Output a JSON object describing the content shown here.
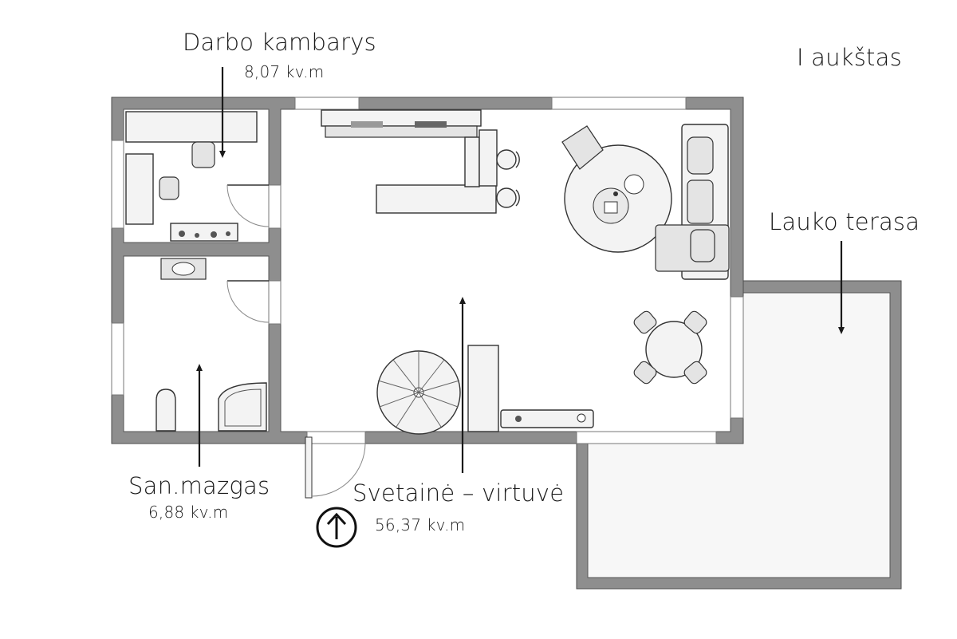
{
  "floor_label": "I aukštas",
  "rooms": {
    "office": {
      "name": "Darbo kambarys",
      "area": "8,07 kv.m"
    },
    "bathroom": {
      "name": "San.mazgas",
      "area": "6,88 kv.m"
    },
    "living": {
      "name": "Svetainė – virtuvė",
      "area": "56,37 kv.m"
    },
    "terrace": {
      "name": "Lauko terasa"
    }
  },
  "entrance_icon": "up-arrow-circle-icon",
  "colors": {
    "wall": "#8e8e8e",
    "text": "#1a1a1a",
    "background": "#ffffff"
  }
}
